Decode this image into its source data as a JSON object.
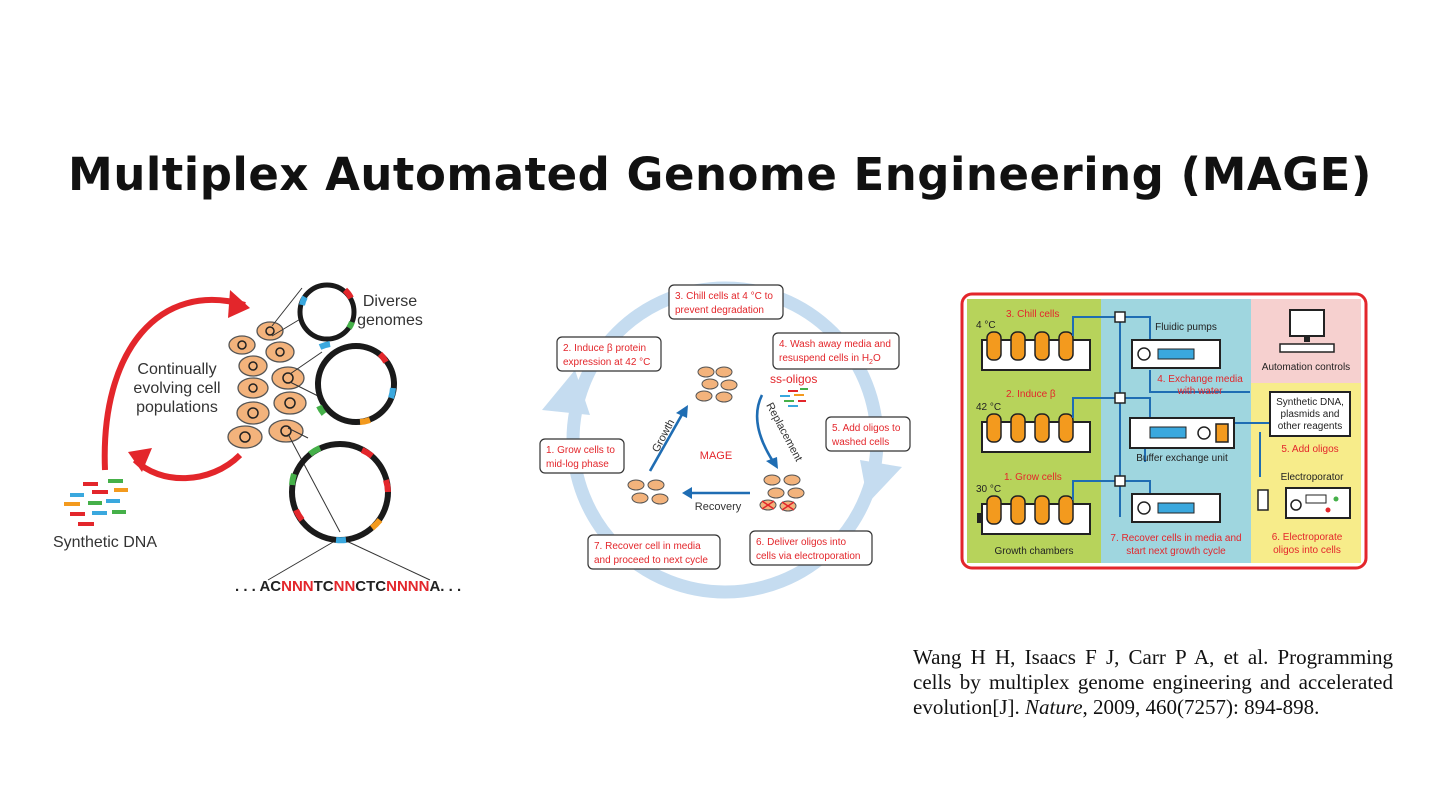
{
  "slide": {
    "title": "Multiplex Automated Genome Engineering (MAGE)"
  },
  "figure1": {
    "label_diverse_1": "Diverse",
    "label_diverse_2": "genomes",
    "label_population_1": "Continually",
    "label_population_2": "evolving cell",
    "label_population_3": "populations",
    "label_synthetic": "Synthetic DNA",
    "sequence_prefix": ". . . AC",
    "sequence_n1": "NNN",
    "sequence_mid1": "TC",
    "sequence_n2": "NN",
    "sequence_mid2": "CTC",
    "sequence_n3": "NNNN",
    "sequence_suffix": "A. . ."
  },
  "figure2": {
    "center_label": "MAGE",
    "arrow_growth": "Growth",
    "arrow_replacement": "Replacement",
    "arrow_recovery": "Recovery",
    "ss_oligos": "ss-oligos",
    "step1_l1": "1. Grow cells to",
    "step1_l2": "mid-log phase",
    "step2_l1": "2. Induce β protein",
    "step2_l2": "expression at 42 °C",
    "step3_l1": "3. Chill cells at 4 °C to",
    "step3_l2": "prevent degradation",
    "step4_l1": "4. Wash away media and",
    "step4_l2": "resuspend cells in H",
    "step4_sub": "2",
    "step4_end": "O",
    "step5_l1": "5. Add oligos to",
    "step5_l2": "washed cells",
    "step6_l1": "6. Deliver oligos into",
    "step6_l2": "cells via electroporation",
    "step7_l1": "7. Recover cell in media",
    "step7_l2": "and proceed to next cycle"
  },
  "figure3": {
    "chill_label": "3. Chill cells",
    "chill_temp": "4 °C",
    "induce_label": "2. Induce β",
    "induce_temp": "42 °C",
    "grow_label": "1. Grow cells",
    "grow_temp": "30 °C",
    "growth_chambers": "Growth chambers",
    "fluidic_pumps": "Fluidic pumps",
    "exchange_l1": "4. Exchange media",
    "exchange_l2": "with water",
    "buffer_unit": "Buffer exchange unit",
    "recover_l1": "7. Recover cells in media and",
    "recover_l2": "start next growth cycle",
    "automation": "Automation controls",
    "reagents_l1": "Synthetic DNA,",
    "reagents_l2": "plasmids and",
    "reagents_l3": "other reagents",
    "add_oligos": "5. Add oligos",
    "electroporator": "Electroporator",
    "electro_l1": "6. Electroporate",
    "electro_l2": "oligos into cells"
  },
  "citation": {
    "text": "Wang H H, Isaacs F J, Carr P A, et al. Programming cells by multiplex genome engineering and accelerated evolution[J].",
    "journal": "Nature",
    "details": ", 2009, 460(7257): 894-898."
  },
  "colors": {
    "red": "#e3262b",
    "cell_fill": "#f3b37c",
    "cycle_blue": "#c5dcf0",
    "arrow_blue": "#1f6db3",
    "panel_green": "#b7d35b",
    "panel_cyan": "#9fd6df",
    "panel_pink": "#f6d0cf",
    "panel_yellow": "#f7ec8a"
  }
}
